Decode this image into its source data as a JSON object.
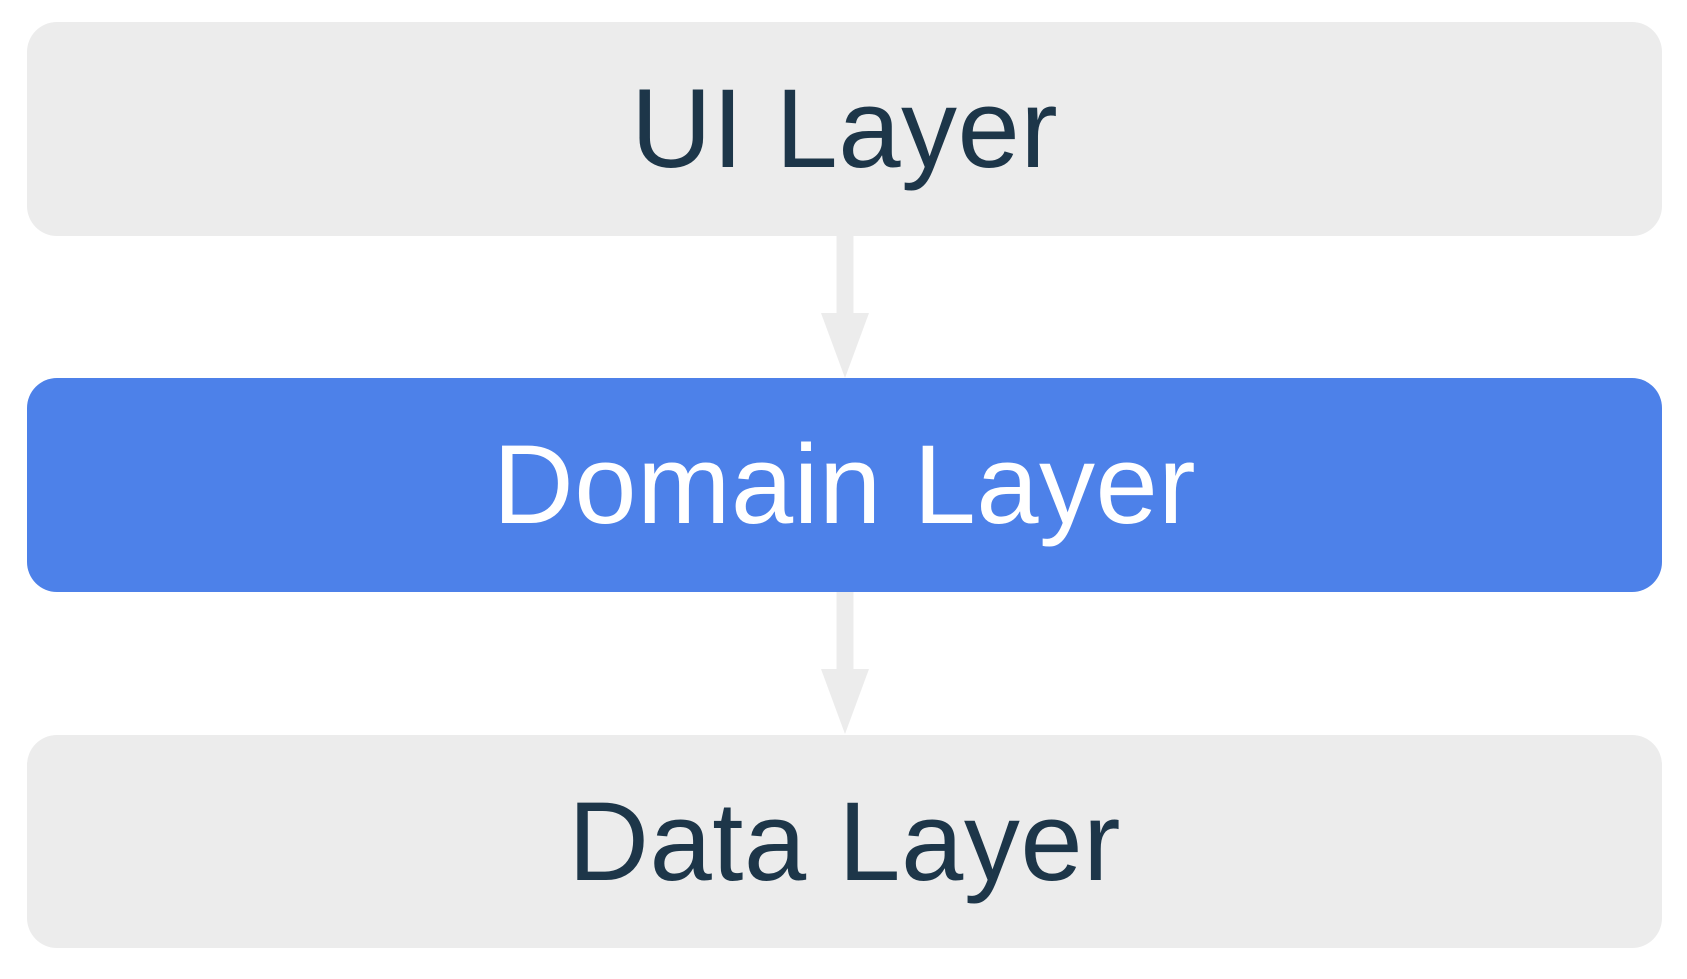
{
  "diagram": {
    "type": "layered-architecture",
    "layers": [
      {
        "id": "ui",
        "label": "UI Layer",
        "variant": "default",
        "bg": "#ececec",
        "text_color": "#1d3649"
      },
      {
        "id": "domain",
        "label": "Domain Layer",
        "variant": "highlighted",
        "bg": "#4d81e9",
        "text_color": "#ffffff"
      },
      {
        "id": "data",
        "label": "Data Layer",
        "variant": "default",
        "bg": "#ececec",
        "text_color": "#1d3649"
      }
    ],
    "connectors": [
      {
        "from": "ui",
        "to": "domain",
        "direction": "down"
      },
      {
        "from": "domain",
        "to": "data",
        "direction": "down"
      }
    ],
    "colors": {
      "background": "#ffffff",
      "box_gray": "#ececec",
      "box_blue": "#4d81e9",
      "text_dark": "#1d3649",
      "text_light": "#ffffff",
      "arrow": "#ececec"
    }
  }
}
